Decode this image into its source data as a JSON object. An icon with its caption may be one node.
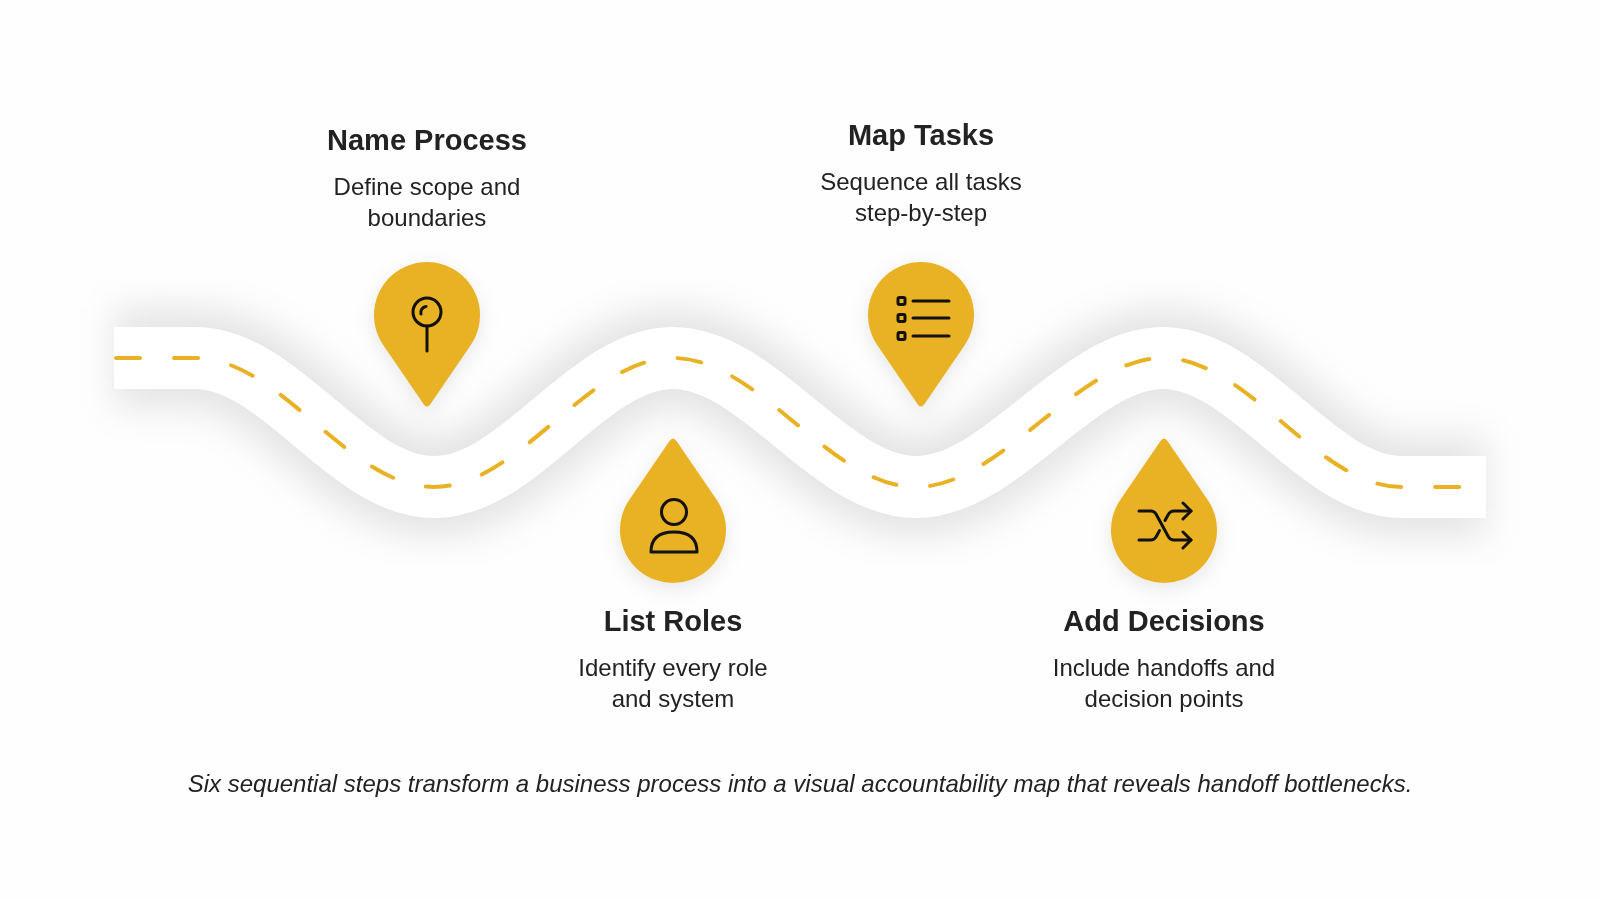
{
  "diagram": {
    "nodes": [
      {
        "text": [
          "Name Process",
          "Define scope and boundaries"
        ]
      },
      {
        "text": [
          "List Roles",
          "Identify every role and system"
        ]
      },
      {
        "text": [
          "Map Tasks",
          "Sequence all tasks step-by-step"
        ]
      },
      {
        "text": [
          "Add Decisions",
          "Include handoffs and decision points"
        ]
      }
    ],
    "caption": "Six sequential steps transform a business process into a visual accountability map that reveals handoff bottlenecks."
  }
}
